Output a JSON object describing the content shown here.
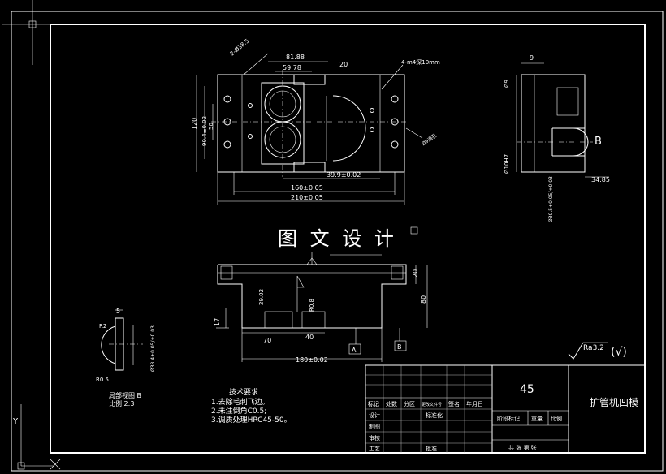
{
  "watermark": "图 文 设 计",
  "dimensions": {
    "top_81": "81.88",
    "top_59": "59.78",
    "top_20": "20",
    "holes_note": "4-m4深10mm",
    "radius_note": "2-Ø38.5",
    "left_120": "120",
    "left_90": "90.4±0.02",
    "left_50": "50",
    "mid_39": "39.9±0.02",
    "bot_160": "160±0.05",
    "bot_210": "210±0.05",
    "diag_note": "Ø9通孔",
    "right_9": "9",
    "right_phi9": "Ø9",
    "right_phi10": "Ø10H7",
    "right_phi30": "Ø30.5+0.05/+0.03",
    "right_34": "34.85",
    "detail_marker": "B",
    "front_20": "20",
    "front_80": "80",
    "front_17": "17",
    "front_29": "29.02",
    "front_ra": "R0.8",
    "front_70": "70",
    "front_40": "40",
    "front_180": "180±0.02",
    "datum_a": "A",
    "datum_b": "B",
    "det_5": "5",
    "det_r2": "R2",
    "det_r05": "R0.5",
    "det_phi": "Ø38.4+0.05/+0.03"
  },
  "detail": {
    "title": "局部视图 B",
    "scale": "比例 2:3"
  },
  "tech": {
    "title": "技术要求",
    "items": [
      "1.去除毛刺飞边。",
      "2.未注倒角C0.5;",
      "3.调质处理HRC45-50。"
    ]
  },
  "roughness": {
    "value": "Ra3.2",
    "check": "(√)"
  },
  "title_block": {
    "material": "45",
    "part_name": "扩管机凹模",
    "row_labels": [
      "标记",
      "处数",
      "分区",
      "更改文件号",
      "签名",
      "年月日"
    ],
    "design": "设计",
    "standardize": "标准化",
    "draw": "制图",
    "review": "审核",
    "process": "工艺",
    "approve": "批准",
    "stage": "阶段标记",
    "weight": "重量",
    "ratio": "比例",
    "sheets": "共  张  第  张"
  },
  "ucs": {
    "x": "X",
    "y": "Y"
  }
}
